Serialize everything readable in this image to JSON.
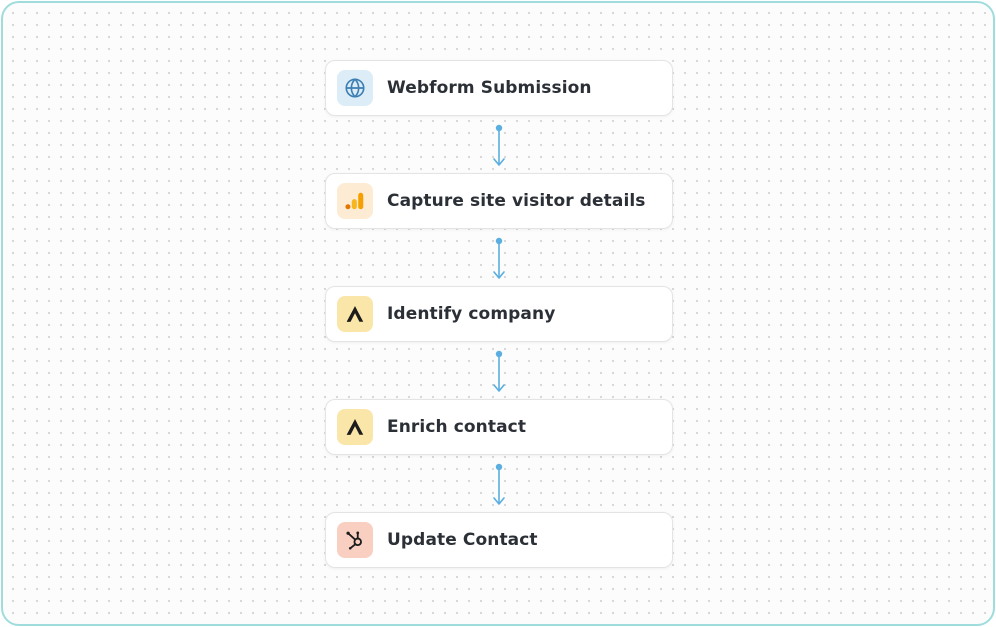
{
  "colors": {
    "connector": "#5aaee0",
    "frame_border": "#9fdcdc",
    "web_icon_bg": "#dcedf7",
    "analytics_icon_bg": "#fdebd3",
    "apollo_icon_bg": "#fae6a8",
    "hubspot_icon_bg": "#f9cfc2"
  },
  "workflow": {
    "steps": [
      {
        "label": "Webform Submission",
        "icon": "globe-icon"
      },
      {
        "label": "Capture site visitor details",
        "icon": "google-analytics-icon"
      },
      {
        "label": "Identify company",
        "icon": "apollo-icon"
      },
      {
        "label": "Enrich contact",
        "icon": "apollo-icon"
      },
      {
        "label": "Update Contact",
        "icon": "hubspot-icon"
      }
    ]
  }
}
